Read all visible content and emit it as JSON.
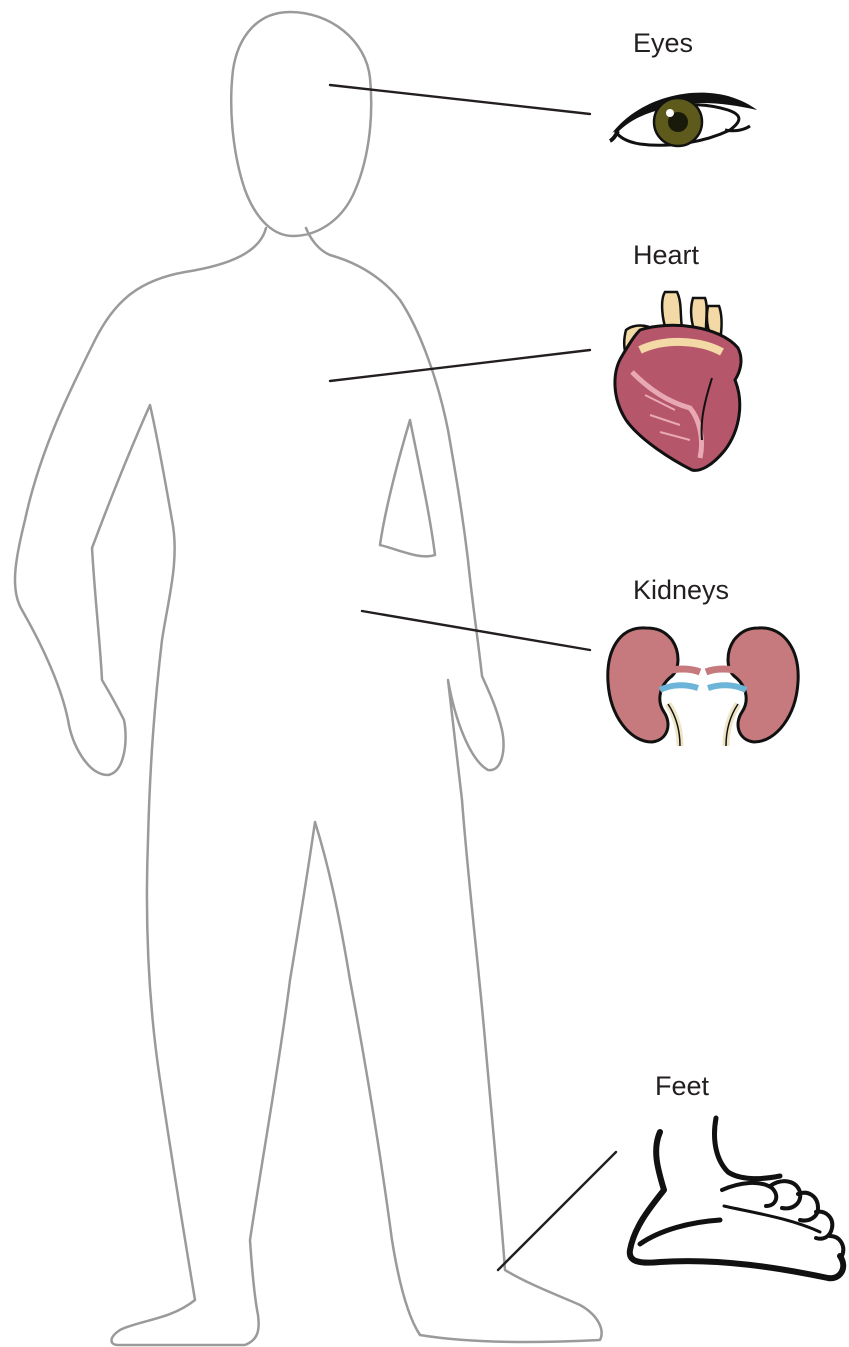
{
  "labels": {
    "eyes": "Eyes",
    "heart": "Heart",
    "kidneys": "Kidneys",
    "feet": "Feet"
  },
  "colors": {
    "outline": "#9a9a9a",
    "leader": "#231f20",
    "ink": "#111111",
    "iris": "#5e5a1c",
    "heart_red": "#b5566a",
    "heart_pink": "#e8a9b4",
    "heart_vessel": "#f2d9a6",
    "kidney_red": "#c77a7e",
    "kidney_blue": "#6cb4d8",
    "kidney_cream": "#efe6c6"
  },
  "icons": [
    "eye-icon",
    "heart-icon",
    "kidneys-icon",
    "foot-icon"
  ]
}
